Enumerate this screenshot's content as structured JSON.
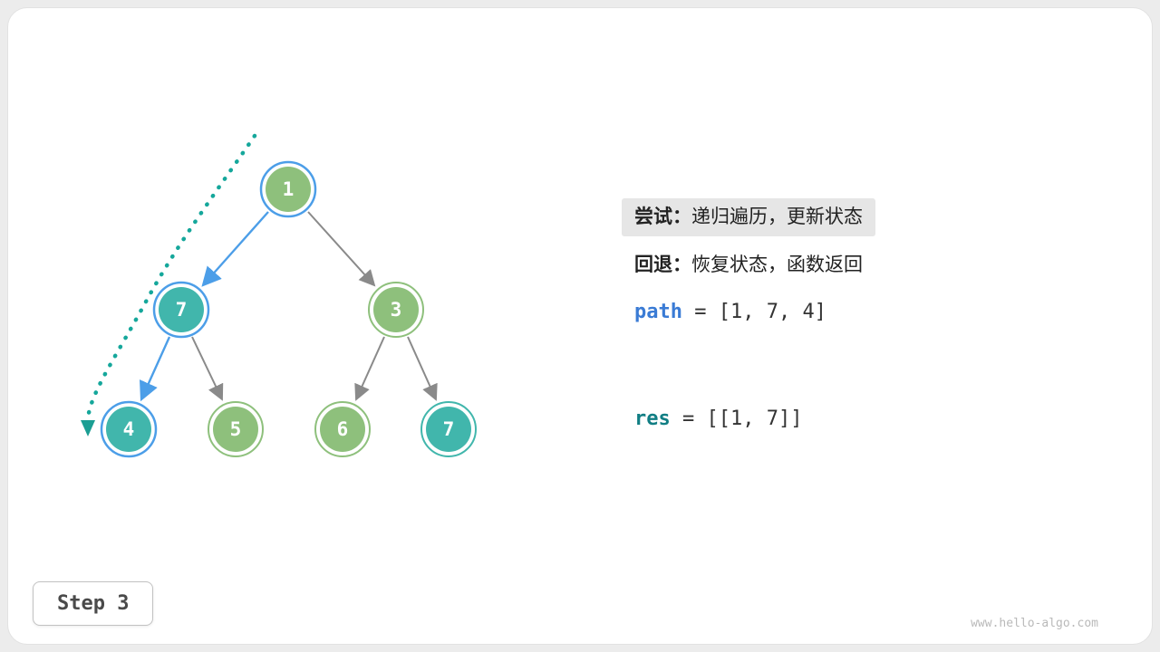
{
  "page": {
    "step_label": "Step 3",
    "watermark": "www.hello-algo.com"
  },
  "legend": {
    "try_label": "尝试：",
    "try_text": "递归遍历，更新状态",
    "back_label": "回退：",
    "back_text": "恢复状态，函数返回",
    "path_var": "path",
    "path_value": "= [1, 7, 4]",
    "res_var": "res",
    "res_value": "= [[1, 7]]"
  },
  "tree": {
    "nodes": [
      {
        "value": "1",
        "color": "green",
        "highlighted": true
      },
      {
        "value": "7",
        "color": "teal",
        "highlighted": true
      },
      {
        "value": "3",
        "color": "green",
        "highlighted": false
      },
      {
        "value": "4",
        "color": "teal",
        "highlighted": true
      },
      {
        "value": "5",
        "color": "green",
        "highlighted": false
      },
      {
        "value": "6",
        "color": "green",
        "highlighted": false
      },
      {
        "value": "7",
        "color": "teal",
        "highlighted": false
      }
    ],
    "edges": [
      {
        "from": "1",
        "to": "7",
        "state": "active"
      },
      {
        "from": "1",
        "to": "3",
        "state": "normal"
      },
      {
        "from": "7",
        "to": "4",
        "state": "active"
      },
      {
        "from": "7",
        "to": "5",
        "state": "normal"
      },
      {
        "from": "3",
        "to": "6",
        "state": "normal"
      },
      {
        "from": "3",
        "to": "7",
        "state": "normal"
      }
    ],
    "trace": {
      "description": "dotted backtracking trace from root down to node 4"
    }
  },
  "colors": {
    "node_green": "#8EC07C",
    "node_teal": "#41B6AC",
    "highlight_ring_blue": "#4C9EE8",
    "edge_gray": "#8A8A8A",
    "trace_teal": "#15A79B",
    "path_var_blue": "#3A7BD5",
    "res_var_teal": "#117E84"
  }
}
